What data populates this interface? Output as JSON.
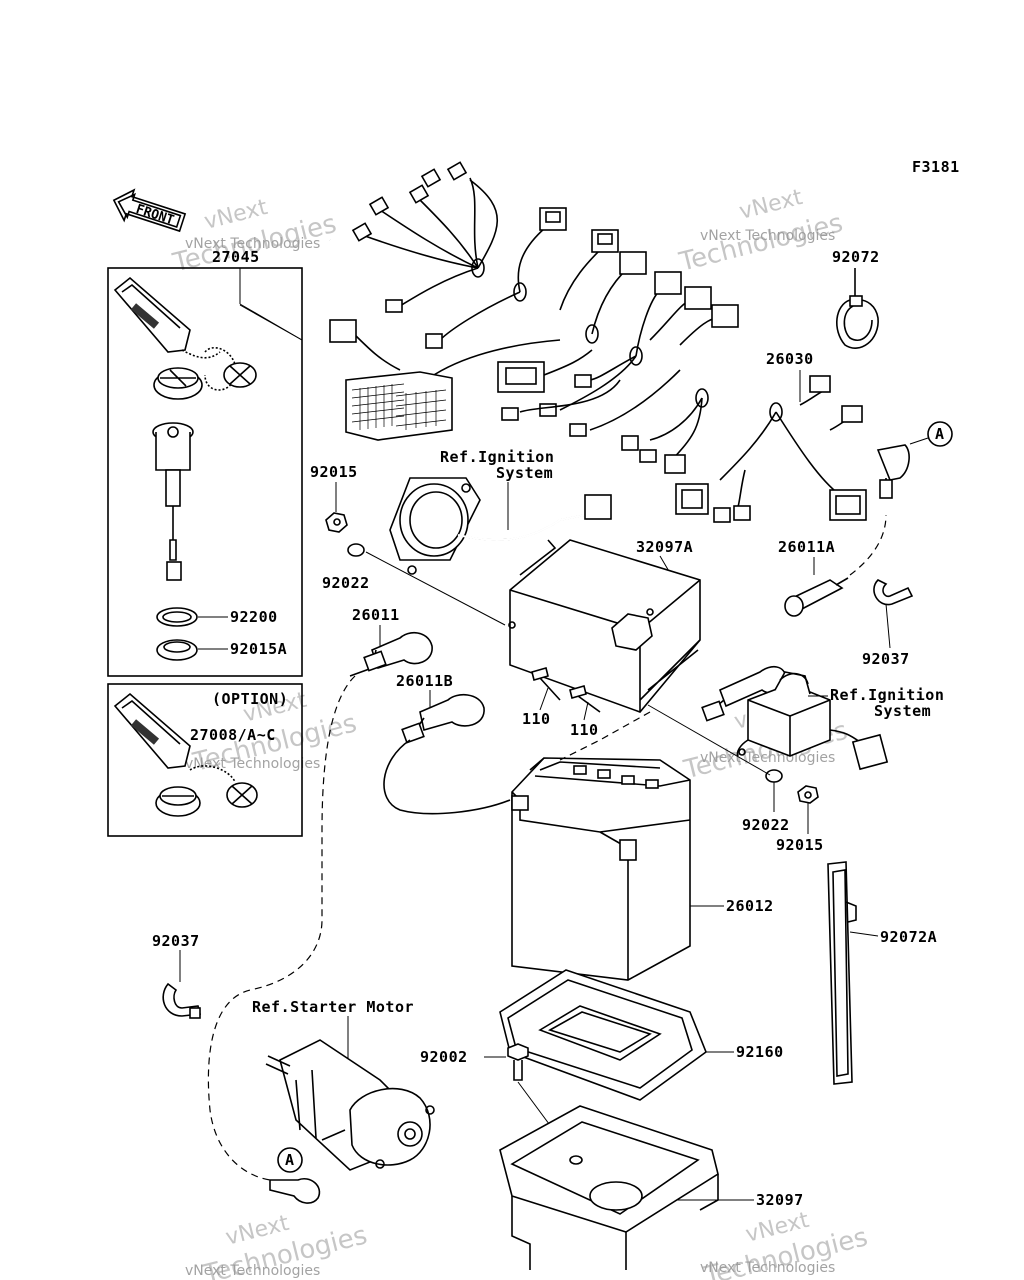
{
  "figure_code": "F3181",
  "front_arrow_label": "FRONT",
  "watermark": {
    "line1": "vNext",
    "line2": "Technologies",
    "inline": "vNext Technologies"
  },
  "labels": {
    "p27045": "27045",
    "p92072": "92072",
    "p26030": "26030",
    "p92015_a": "92015",
    "p92022_a": "92022",
    "p32097A": "32097A",
    "p26011A": "26011A",
    "p26011": "26011",
    "p26011B": "26011B",
    "p110_a": "110",
    "p110_b": "110",
    "p92037_a": "92037",
    "p92200": "92200",
    "p92015A": "92015A",
    "option": "(OPTION)",
    "p27008": "27008/A~C",
    "p92022_b": "92022",
    "p92015_b": "92015",
    "p26012": "26012",
    "p92072A": "92072A",
    "p92037_b": "92037",
    "p92002": "92002",
    "p92160": "92160",
    "p32097": "32097",
    "callout_a1": "A",
    "callout_a2": "A"
  },
  "references": {
    "ignition_1_line1": "Ref.Ignition",
    "ignition_1_line2": "System",
    "ignition_2_line1": "Ref.Ignition",
    "ignition_2_line2": "System",
    "starter_motor": "Ref.Starter Motor"
  }
}
